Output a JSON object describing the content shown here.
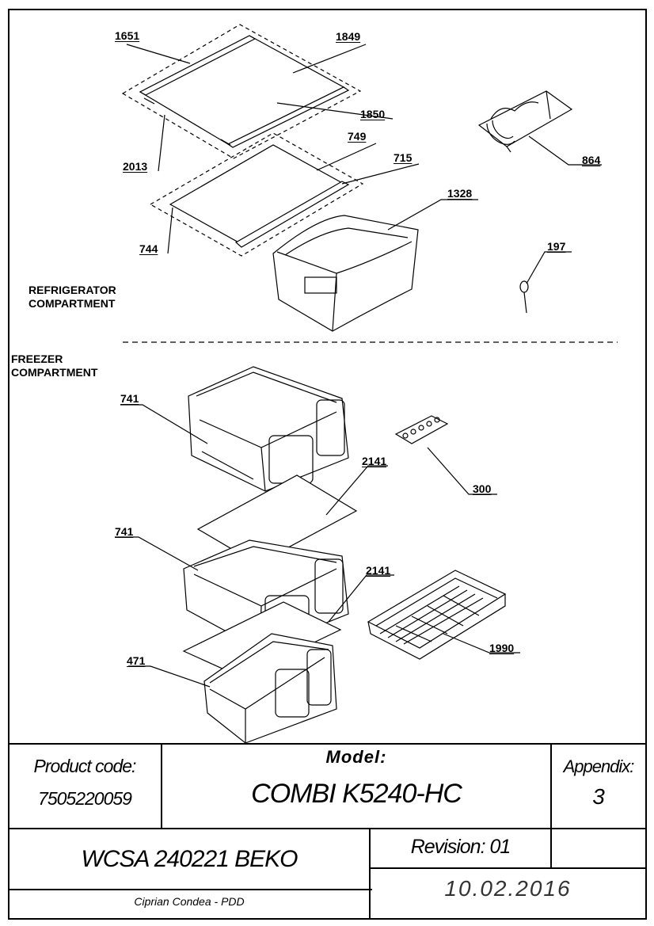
{
  "callouts": {
    "p1651": "1651",
    "p1849": "1849",
    "p1850": "1850",
    "p2013": "2013",
    "p749": "749",
    "p715": "715",
    "p744": "744",
    "p864": "864",
    "p1328": "1328",
    "p197": "197",
    "p741a": "741",
    "p741b": "741",
    "p2141a": "2141",
    "p2141b": "2141",
    "p300": "300",
    "p471": "471",
    "p1990": "1990"
  },
  "sections": {
    "refrigerator": [
      "REFRIGERATOR",
      "COMPARTMENT"
    ],
    "freezer": [
      "FREEZER",
      "COMPARTMENT"
    ]
  },
  "title_block": {
    "product_code_label": "Product code:",
    "product_code": "7505220059",
    "model_label": "Model:",
    "model": "COMBI K5240-HC",
    "appendix_label": "Appendix:",
    "appendix": "3",
    "document": "WCSA 240221 BEKO",
    "revision": "Revision: 01",
    "author": "Ciprian Condea - PDD",
    "date": "10.02.2016"
  }
}
